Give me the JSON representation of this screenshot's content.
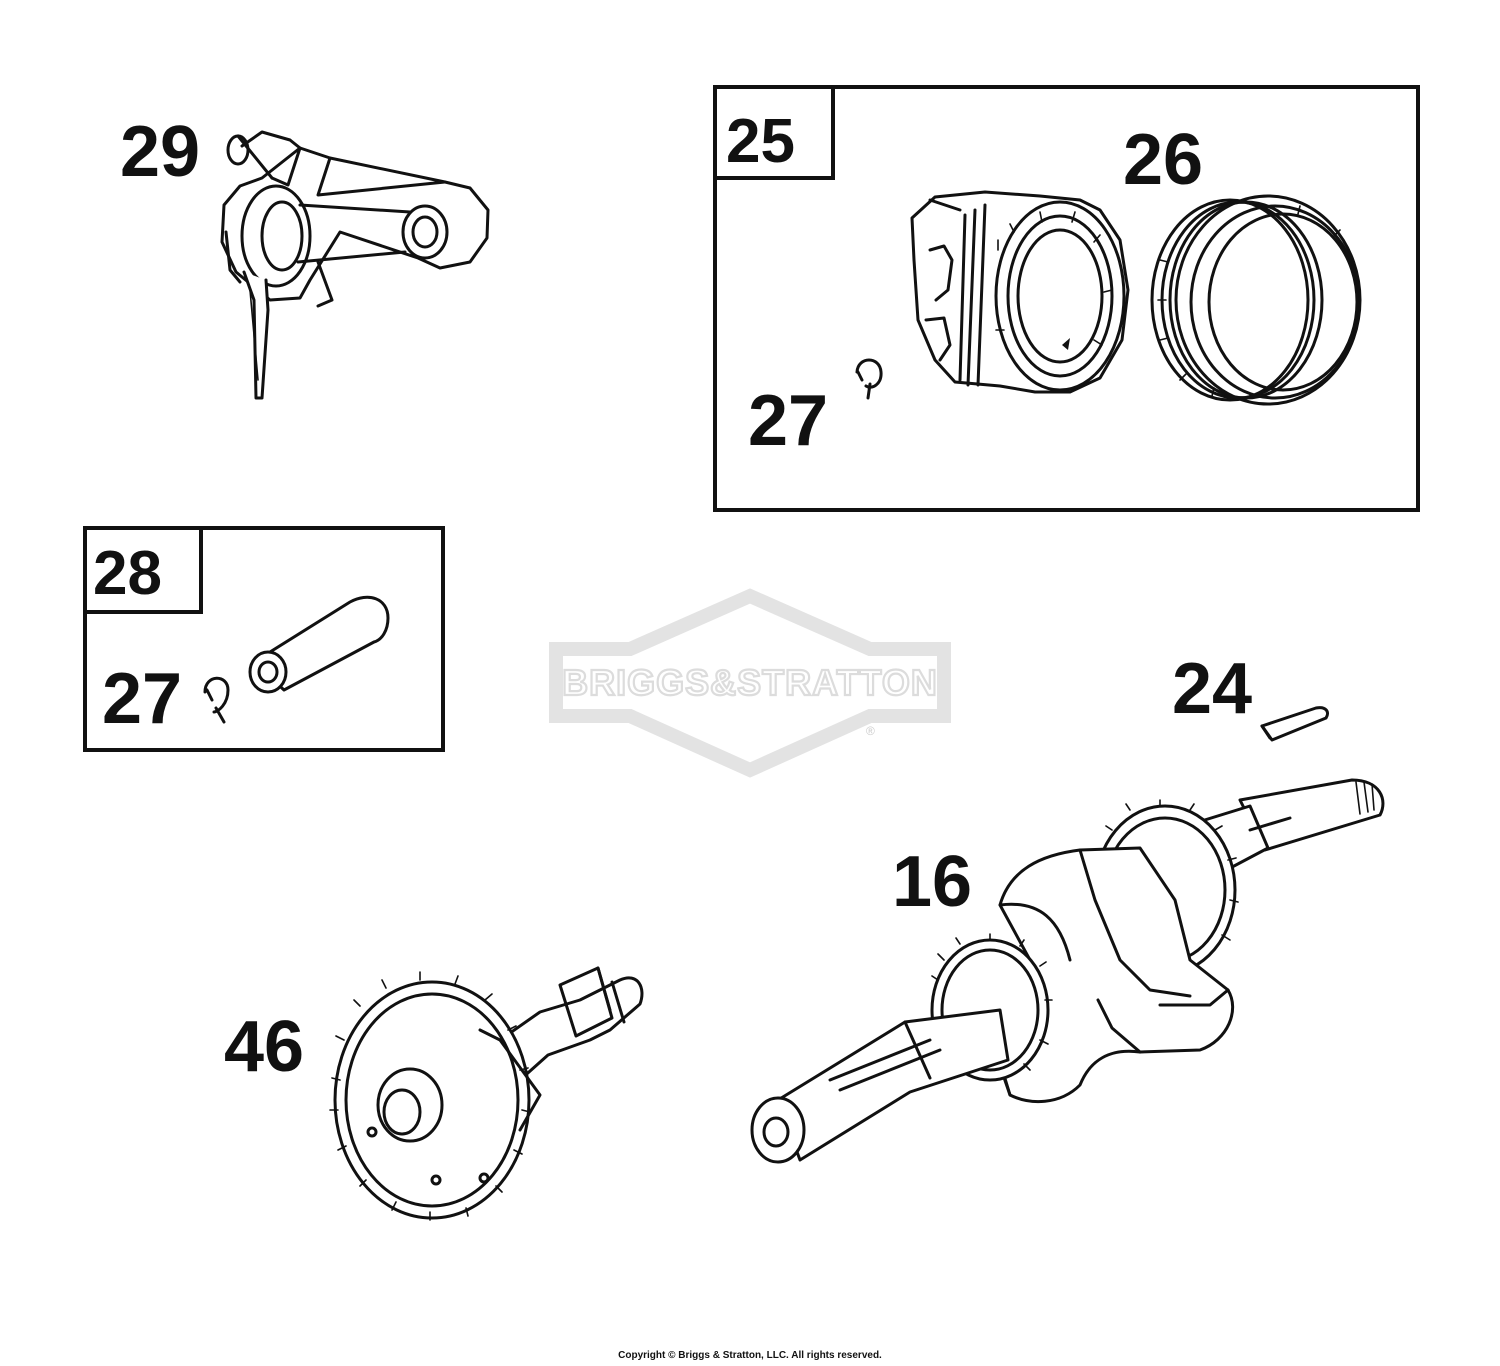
{
  "watermark": {
    "logo_text": "BRIGGS&STRATTON",
    "registered_mark": "®"
  },
  "callouts": {
    "p29": "29",
    "p25": "25",
    "p26": "26",
    "p27_piston": "27",
    "p28": "28",
    "p27_pin": "27",
    "p24": "24",
    "p16": "16",
    "p46": "46"
  },
  "footer": {
    "copyright": "Copyright © Briggs & Stratton, LLC. All rights reserved."
  }
}
